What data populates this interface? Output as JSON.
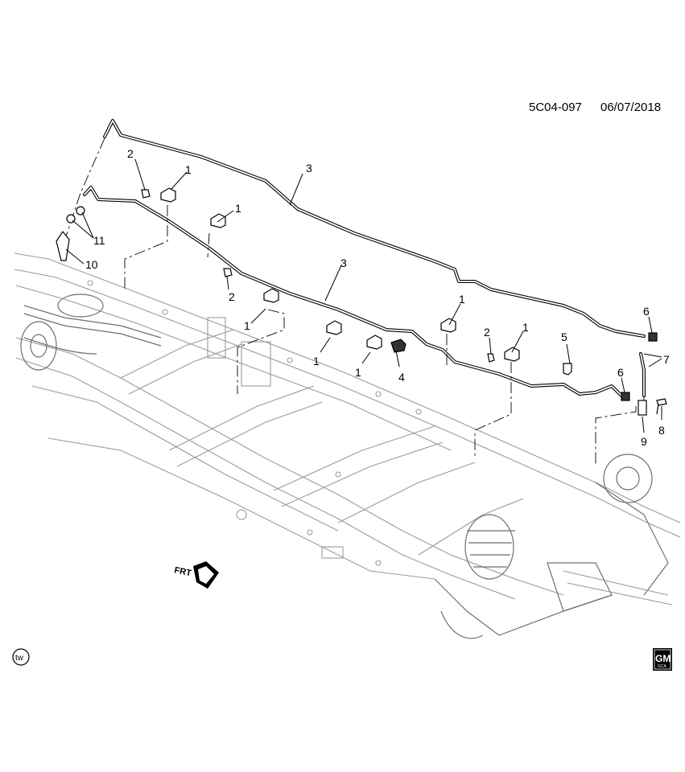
{
  "header": {
    "diagram_code": "5C04-097",
    "date": "06/07/2018"
  },
  "callouts": {
    "c1_a": "1",
    "c1_b": "1",
    "c1_c": "1",
    "c1_d": "1",
    "c1_e": "1",
    "c1_f": "1",
    "c1_g": "1",
    "c2_a": "2",
    "c2_b": "2",
    "c2_c": "2",
    "c3_a": "3",
    "c3_b": "3",
    "c4": "4",
    "c5": "5",
    "c6_a": "6",
    "c6_b": "6",
    "c7": "7",
    "c8": "8",
    "c9": "9",
    "c10": "10",
    "c11": "11"
  },
  "front_indicator": "FRT",
  "footer": {
    "tw_mark": "tw",
    "brand": "GM",
    "brand_sub": "GCA"
  },
  "colors": {
    "line": "#000000",
    "frame": "#9a9a9a",
    "background": "#ffffff"
  }
}
